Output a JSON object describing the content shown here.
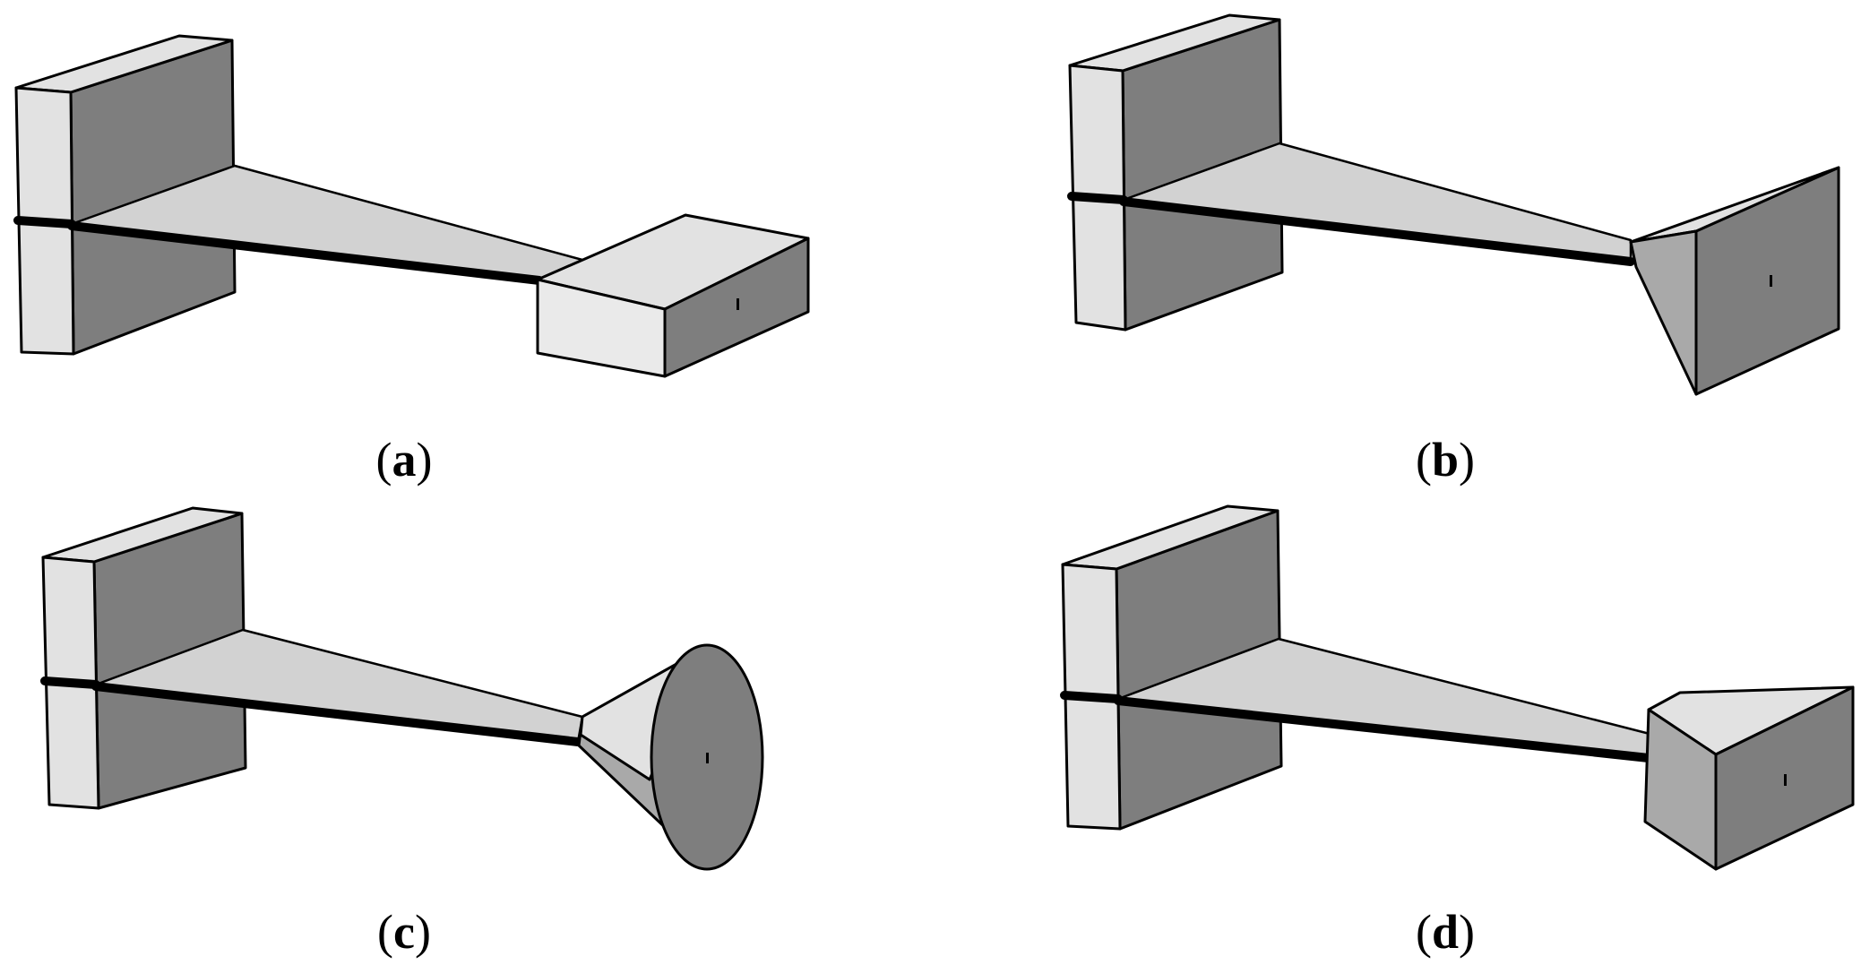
{
  "panels": [
    {
      "id": "a",
      "open": "(",
      "letter": "a",
      "close": ")",
      "tip_shape": "rectangular-block"
    },
    {
      "id": "b",
      "open": "(",
      "letter": "b",
      "close": ")",
      "tip_shape": "pyramidal-horn"
    },
    {
      "id": "c",
      "open": "(",
      "letter": "c",
      "close": ")",
      "tip_shape": "conical-horn"
    },
    {
      "id": "d",
      "open": "(",
      "letter": "d",
      "close": ")",
      "tip_shape": "triangular-prism"
    }
  ],
  "colors": {
    "light_face": "#e2e2e2",
    "dark_face": "#7e7e7e",
    "mid_face": "#a9a9a9",
    "beam_top": "#d2d2d2",
    "outline": "#000000"
  }
}
